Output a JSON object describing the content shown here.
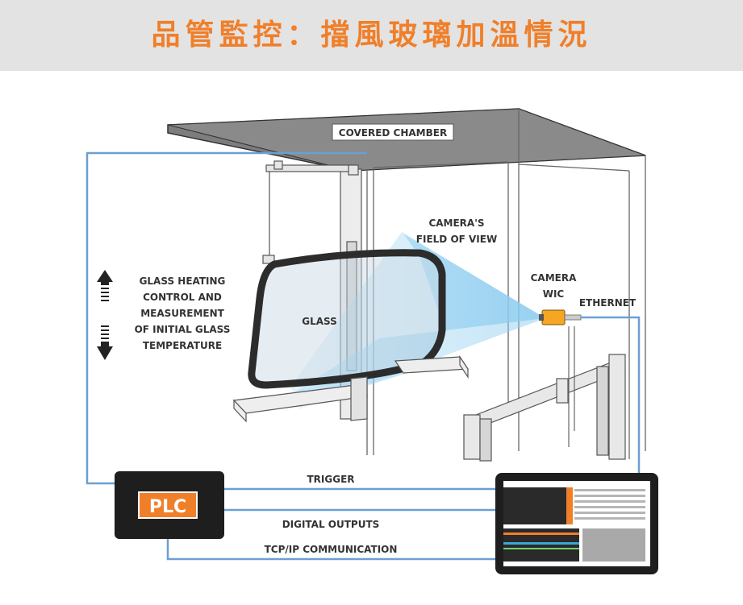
{
  "title": "品管監控：擋風玻璃加溫情況",
  "labels": {
    "covered_chamber": "COVERED CHAMBER",
    "camera_fov_line1": "CAMERA'S",
    "camera_fov_line2": "FIELD OF VIEW",
    "camera_line1": "CAMERA",
    "camera_line2": "WIC",
    "ethernet": "ETHERNET",
    "glass": "GLASS",
    "heating_lines": [
      "GLASS HEATING",
      "CONTROL AND",
      "MEASUREMENT",
      "OF INITIAL GLASS",
      "TEMPERATURE"
    ],
    "plc": "PLC",
    "trigger": "TRIGGER",
    "digital_outputs": "DIGITAL OUTPUTS",
    "tcpip": "TCP/IP COMMUNICATION"
  },
  "colors": {
    "accent_orange": "#f07f2a",
    "wire_blue": "#6c9fd3",
    "fov_blue": "#8ecdf0",
    "plc_box": "#1e1e1e",
    "roof_gray": "#7a7a7a"
  },
  "icons": [
    "up-arrow-icon",
    "down-arrow-icon"
  ]
}
